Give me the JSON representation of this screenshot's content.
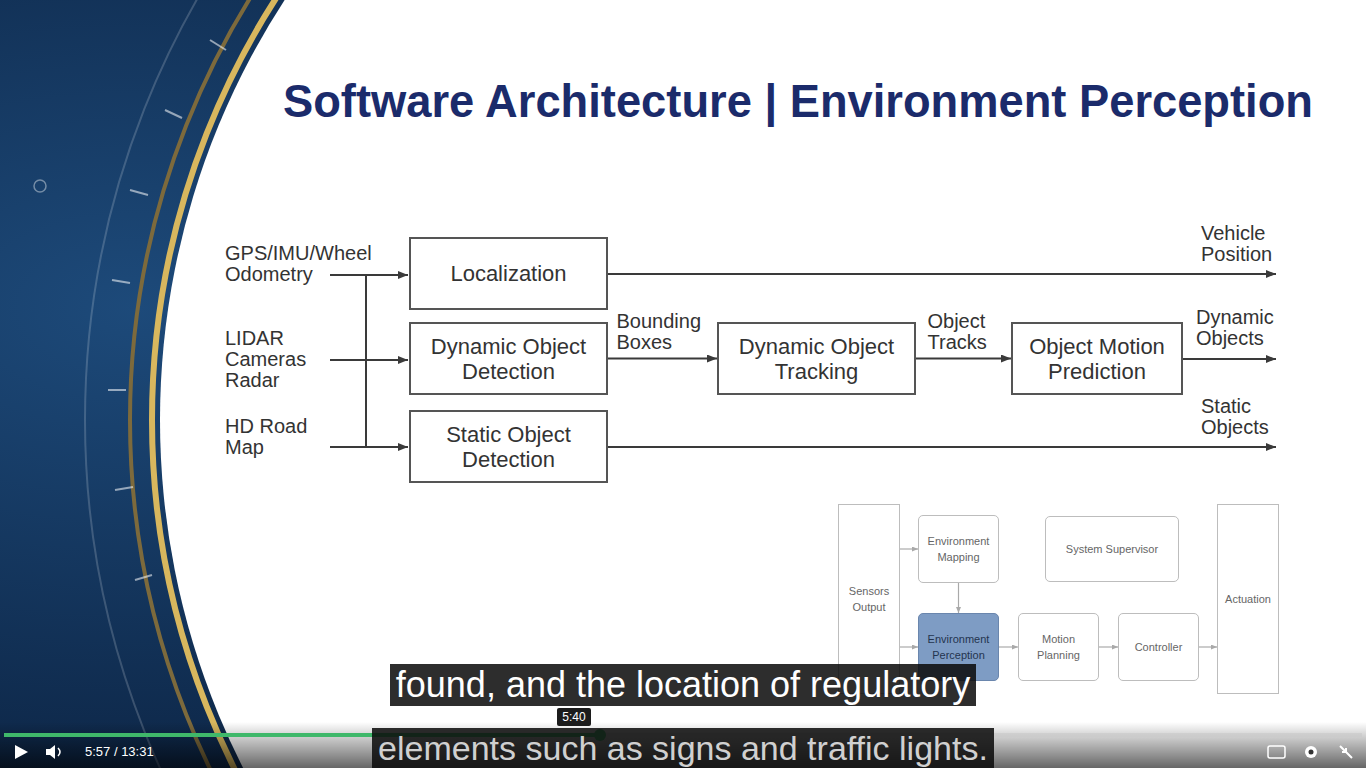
{
  "diagram": {
    "title": "Software Architecture | Environment Perception",
    "nodes": [
      {
        "text": [
          "Localization"
        ]
      },
      {
        "text": [
          "Dynamic Object Detection"
        ]
      },
      {
        "text": [
          "Dynamic Object Tracking"
        ]
      },
      {
        "text": [
          "Object Motion Prediction"
        ]
      },
      {
        "text": [
          "Static Object Detection"
        ]
      },
      {
        "text": [
          "Sensors Output"
        ]
      },
      {
        "text": [
          "Environment Mapping"
        ]
      },
      {
        "text": [
          "System Supervisor"
        ]
      },
      {
        "text": [
          "Environment Perception"
        ]
      },
      {
        "text": [
          "Motion Planning"
        ]
      },
      {
        "text": [
          "Controller"
        ]
      },
      {
        "text": [
          "Actuation"
        ]
      }
    ],
    "edges": [
      {
        "from": 1,
        "to": 2,
        "label": "Bounding Boxes",
        "arrow": "to"
      },
      {
        "from": 2,
        "to": 3,
        "label": "Object Tracks",
        "arrow": "to"
      },
      {
        "from": 5,
        "to": 6,
        "arrow": "to"
      },
      {
        "from": 5,
        "to": 8,
        "arrow": "to"
      },
      {
        "from": 6,
        "to": 8,
        "arrow": "to"
      },
      {
        "from": 8,
        "to": 9,
        "arrow": "to"
      },
      {
        "from": 9,
        "to": 10,
        "arrow": "to"
      },
      {
        "from": 10,
        "to": 11,
        "arrow": "to"
      }
    ],
    "labels": [
      "GPS/IMU/Wheel Odometry",
      "LIDAR Cameras Radar",
      "HD Road Map",
      "Vehicle Position",
      "Dynamic Objects",
      "Static Objects",
      "found, and the location of regulatory",
      "elements such as signs and traffic lights.",
      "5:40",
      "5:57 / 13:31"
    ]
  }
}
